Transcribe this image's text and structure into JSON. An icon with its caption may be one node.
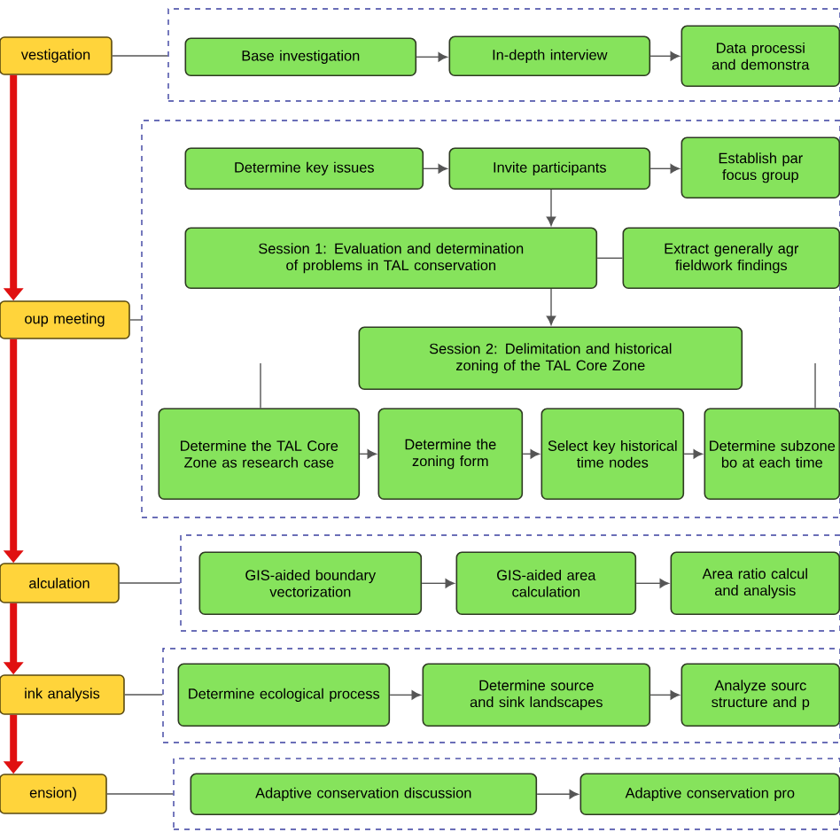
{
  "diagram": {
    "nodes": [
      {
        "text": [
          "vestigation"
        ]
      },
      {
        "text": [],
        "shape": "box"
      },
      {
        "text": [
          "Base investigation"
        ],
        "in": 1
      },
      {
        "text": [
          "In-depth interview"
        ],
        "in": 1
      },
      {
        "text": [
          "Data processi and demonstra"
        ],
        "in": 1
      },
      {
        "text": [
          "oup meeting"
        ]
      },
      {
        "text": [],
        "shape": "box"
      },
      {
        "text": [
          "Determine key issues"
        ],
        "in": 6
      },
      {
        "text": [
          "Invite participants"
        ],
        "in": 6
      },
      {
        "text": [
          "Establish par focus group"
        ],
        "in": 6
      },
      {
        "text": [
          "Session 1: Evaluation and determination of problems in TAL conservation"
        ],
        "in": 6
      },
      {
        "text": [
          "Extract generally agr fieldwork findings"
        ],
        "in": 6
      },
      {
        "text": [
          "Session 2: Delimitation and historical zoning of the TAL Core Zone"
        ],
        "in": 6
      },
      {
        "text": [
          "Determine the TAL Core Zone as research case"
        ],
        "in": 6
      },
      {
        "text": [
          "Determine the zoning form"
        ],
        "in": 6
      },
      {
        "text": [
          "Select key historical time nodes"
        ],
        "in": 6
      },
      {
        "text": [
          "Determine subzone bo at each time"
        ],
        "in": 6
      },
      {
        "text": [
          "alculation"
        ]
      },
      {
        "text": [],
        "shape": "box"
      },
      {
        "text": [
          "GIS-aided boundary vectorization"
        ],
        "in": 18
      },
      {
        "text": [
          "GIS-aided area calculation"
        ],
        "in": 18
      },
      {
        "text": [
          "Area ratio calcul and analysis"
        ],
        "in": 18
      },
      {
        "text": [
          "ink analysis"
        ]
      },
      {
        "text": [],
        "shape": "box"
      },
      {
        "text": [
          "Determine ecological process"
        ],
        "in": 23
      },
      {
        "text": [
          "Determine source and sink landscapes"
        ],
        "in": 23
      },
      {
        "text": [
          "Analyze sourc structure and p"
        ],
        "in": 23
      },
      {
        "text": [
          "ension)"
        ]
      },
      {
        "text": [],
        "shape": "box"
      },
      {
        "text": [
          "Adaptive conservation discussion"
        ],
        "in": 28
      },
      {
        "text": [
          "Adaptive conservation pro"
        ],
        "in": 28
      }
    ],
    "edges": [
      {
        "from": 0,
        "to": 1,
        "arrow": "none"
      },
      {
        "from": 2,
        "to": 3,
        "arrow": "to"
      },
      {
        "from": 3,
        "to": 4,
        "arrow": "to"
      },
      {
        "from": 0,
        "to": 5,
        "arrow": "to",
        "style": "thick",
        "color": "#e01010"
      },
      {
        "from": 5,
        "to": 6,
        "arrow": "none"
      },
      {
        "from": 7,
        "to": 8,
        "arrow": "to"
      },
      {
        "from": 8,
        "to": 9,
        "arrow": "to"
      },
      {
        "from": 8,
        "to": 10,
        "arrow": "to"
      },
      {
        "from": 10,
        "to": 11,
        "arrow": "none"
      },
      {
        "from": 10,
        "to": 12,
        "arrow": "to"
      },
      {
        "from": null,
        "to": 13,
        "arrow": "none"
      },
      {
        "from": null,
        "to": 16,
        "arrow": "none"
      },
      {
        "from": 13,
        "to": 14,
        "arrow": "to"
      },
      {
        "from": 14,
        "to": 15,
        "arrow": "to"
      },
      {
        "from": 15,
        "to": 16,
        "arrow": "to"
      },
      {
        "from": 5,
        "to": 17,
        "arrow": "to",
        "style": "thick",
        "color": "#e01010"
      },
      {
        "from": 17,
        "to": 18,
        "arrow": "none"
      },
      {
        "from": 19,
        "to": 20,
        "arrow": "to"
      },
      {
        "from": 20,
        "to": 21,
        "arrow": "to"
      },
      {
        "from": 17,
        "to": 22,
        "arrow": "to",
        "style": "thick",
        "color": "#e01010"
      },
      {
        "from": 22,
        "to": 23,
        "arrow": "none"
      },
      {
        "from": 24,
        "to": 25,
        "arrow": "to"
      },
      {
        "from": 25,
        "to": 26,
        "arrow": "to"
      },
      {
        "from": 22,
        "to": 27,
        "arrow": "to",
        "style": "thick",
        "color": "#e01010"
      },
      {
        "from": 27,
        "to": 28,
        "arrow": "none"
      },
      {
        "from": 29,
        "to": 30,
        "arrow": "to"
      }
    ]
  }
}
